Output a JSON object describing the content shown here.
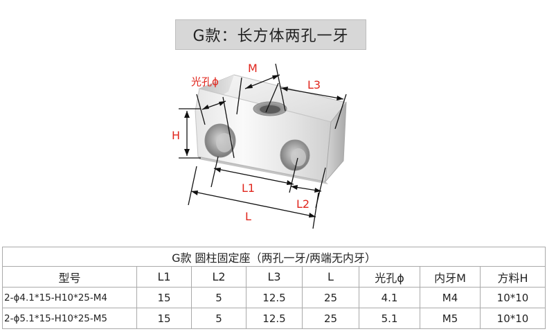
{
  "title": "G款：长方体两孔一牙",
  "diagram": {
    "labels": {
      "m": "M",
      "l3": "L3",
      "hole": "光孔ϕ",
      "h": "H",
      "l1": "L1",
      "l2": "L2",
      "l": "L"
    },
    "colors": {
      "label": "#e0251c",
      "dimension_line": "#111111",
      "metal_light": "#f2f2f2",
      "metal_mid": "#cfcfcf",
      "metal_dark": "#9a9a9a"
    }
  },
  "table": {
    "caption": "G款 圆柱固定座（两孔一牙/两端无内牙）",
    "headers": [
      "型号",
      "L1",
      "L2",
      "L3",
      "L",
      "光孔ϕ",
      "内牙M",
      "方料H"
    ],
    "rows": [
      [
        "2-ϕ4.1*15-H10*25-M4",
        "15",
        "5",
        "12.5",
        "25",
        "4.1",
        "M4",
        "10*10"
      ],
      [
        "2-ϕ5.1*15-H10*25-M5",
        "15",
        "5",
        "12.5",
        "25",
        "5.1",
        "M5",
        "10*10"
      ]
    ]
  }
}
